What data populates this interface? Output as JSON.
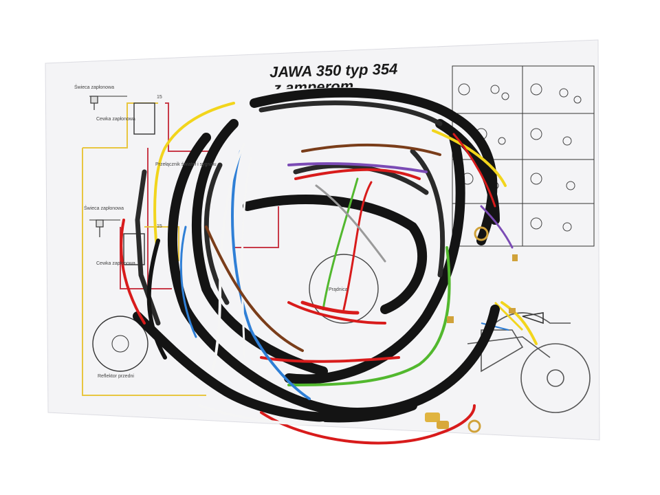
{
  "sheet": {
    "title": "JAWA 350 typ 354",
    "subtitle": "z amperom"
  },
  "diagram_labels": {
    "spark_plug_top": "Świeca zapłonowa",
    "coil_top": "Cewka zapłonowa",
    "spark_plug_mid": "Świeca zapłonowa",
    "coil_mid": "Cewka zapłonowa",
    "switch": "Przełącznik świateł i sygnału",
    "headlight": "Reflektor przedni",
    "rectifier": "Prądnica",
    "terminal_15_top": "15",
    "terminal_15_mid": "15"
  },
  "colors": {
    "background": "#ffffff",
    "paper": "#f4f4f6",
    "harness_black": "#141414",
    "wire_red": "#d81b1b",
    "wire_yellow": "#f2d51c",
    "wire_green": "#52b82e",
    "wire_blue": "#2f7fd6",
    "wire_white": "#f5f5f5",
    "wire_brown": "#7a3d1a",
    "wire_violet": "#7b4bb5",
    "diagram_yellow": "#e8c640",
    "diagram_red": "#c83a48"
  }
}
